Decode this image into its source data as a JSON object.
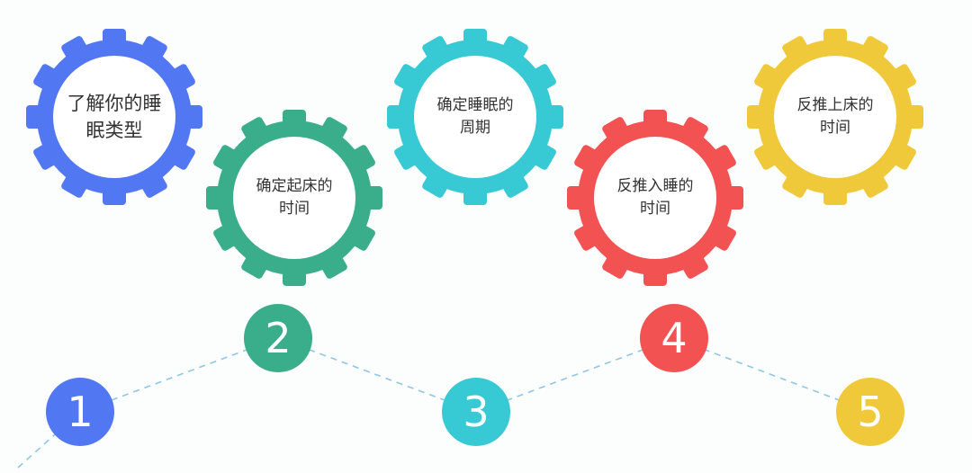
{
  "colors": {
    "blue": "#5277f2",
    "green": "#3aad8b",
    "cyan": "#37c9d4",
    "red": "#f25252",
    "yellow": "#f0c93a",
    "dash": "#8fc6e6"
  },
  "steps": [
    {
      "number": "1",
      "label": "了解你的睡眠类型",
      "color": "#5277f2"
    },
    {
      "number": "2",
      "label": "确定起床的时间",
      "color": "#3aad8b"
    },
    {
      "number": "3",
      "label": "确定睡眠的周期",
      "color": "#37c9d4"
    },
    {
      "number": "4",
      "label": "反推入睡的时间",
      "color": "#f25252"
    },
    {
      "number": "5",
      "label": "反推上床的时间",
      "color": "#f0c93a"
    }
  ]
}
